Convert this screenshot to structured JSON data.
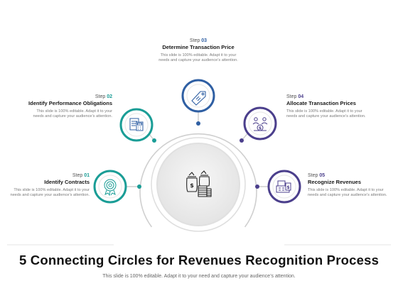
{
  "title": "5 Connecting Circles for Revenues Recognition Process",
  "subtitle": "This slide is 100% editable. Adapt it to your need and capture your audience’s attention.",
  "steps": [
    {
      "label": "Step",
      "num": "01",
      "title": "Identify Contracts",
      "desc": "This slide is 100% editable. Adapt it to your needs and capture your audience’s attention.",
      "color": "#1a9d96",
      "icon": "target-badge-icon"
    },
    {
      "label": "Step",
      "num": "02",
      "title": "Identify Performance Obligations",
      "desc": "This slide is 100% editable. Adapt it to your needs and capture your audience’s attention.",
      "color": "#1a9d96",
      "icon": "document-calculator-icon"
    },
    {
      "label": "Step",
      "num": "03",
      "title": "Determine Transaction Price",
      "desc": "This slide is 100% editable. Adapt it to your needs and capture your audience’s attention.",
      "color": "#2f5fa3",
      "icon": "price-tag-icon"
    },
    {
      "label": "Step",
      "num": "04",
      "title": "Allocate Transaction Prices",
      "desc": "This slide is 100% editable. Adapt it to your needs and capture your audience’s attention.",
      "color": "#4b3f8c",
      "icon": "people-money-icon"
    },
    {
      "label": "Step",
      "num": "05",
      "title": "Recognize Revenues",
      "desc": "This slide is 100% editable. Adapt it to your needs and capture your audience’s attention.",
      "color": "#4b3f8c",
      "icon": "cash-register-icon"
    }
  ],
  "center_icon": "money-bags-icon",
  "colors": {
    "teal": "#1a9d96",
    "blue": "#2f5fa3",
    "purple": "#4b3f8c",
    "ring": "#d6d6d6",
    "line": "#c4c4c4"
  }
}
